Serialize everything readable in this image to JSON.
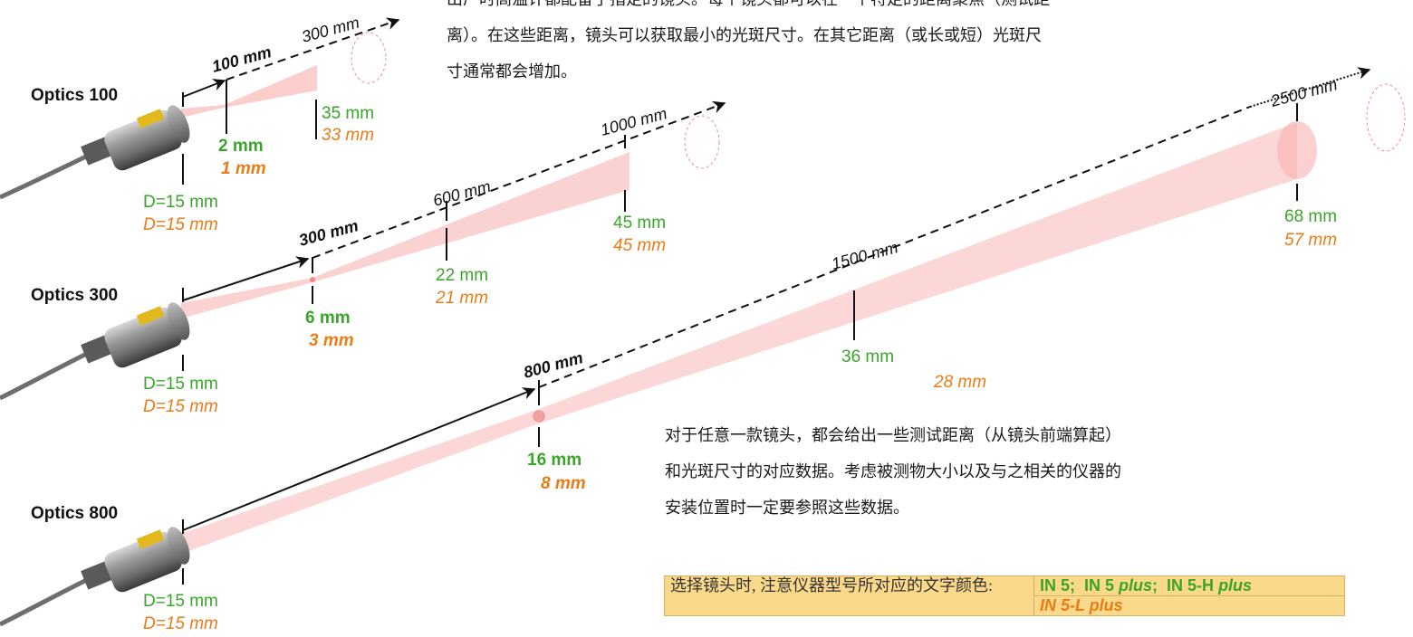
{
  "intro_lines": [
    "出厂时高温计都配备了指定的镜头。每个镜头都可以在一个特定的距离聚焦（测试距",
    "离）。在这些距离，镜头可以获取最小的光斑尺寸。在其它距离（或长或短）光斑尺",
    "寸通常都会增加。"
  ],
  "note_lines": [
    "对于任意一款镜头，都会给出一些测试距离（从镜头前端算起）",
    "和光斑尺寸的对应数据。考虑被测物大小以及与之相关的仪器的",
    "安装位置时一定要参照这些数据。"
  ],
  "colors": {
    "green": "#3aa52a",
    "orange": "#ea7c17",
    "beam": "#f7a6a6",
    "legend_bg": "#fbd98a"
  },
  "optics": [
    {
      "name": "Optics 100",
      "aperture": {
        "green": "D=15 mm",
        "orange": "D=15 mm"
      },
      "focus": {
        "distance": "100 mm",
        "green": "2 mm",
        "orange": "1 mm"
      },
      "far": [
        {
          "distance": "300 mm",
          "green": "35 mm",
          "orange": "33 mm"
        }
      ]
    },
    {
      "name": "Optics 300",
      "aperture": {
        "green": "D=15 mm",
        "orange": "D=15 mm"
      },
      "focus": {
        "distance": "300 mm",
        "green": "6 mm",
        "orange": "3 mm"
      },
      "far": [
        {
          "distance": "600 mm",
          "green": "22 mm",
          "orange": "21 mm"
        },
        {
          "distance": "1000 mm",
          "green": "45 mm",
          "orange": "45 mm"
        }
      ]
    },
    {
      "name": "Optics 800",
      "aperture": {
        "green": "D=15 mm",
        "orange": "D=15 mm"
      },
      "focus": {
        "distance": "800 mm",
        "green": "16 mm",
        "orange": "8 mm"
      },
      "far": [
        {
          "distance": "1500 mm",
          "green": "36 mm",
          "orange": "28 mm"
        },
        {
          "distance": "2500 mm",
          "green": "68 mm",
          "orange": "57 mm"
        }
      ]
    }
  ],
  "legend": {
    "label": "选择镜头时, 注意仪器型号所对应的文字颜色:",
    "model1": "IN 5;  IN 5 plus;  IN 5-H plus",
    "model2": "IN 5-L plus"
  }
}
